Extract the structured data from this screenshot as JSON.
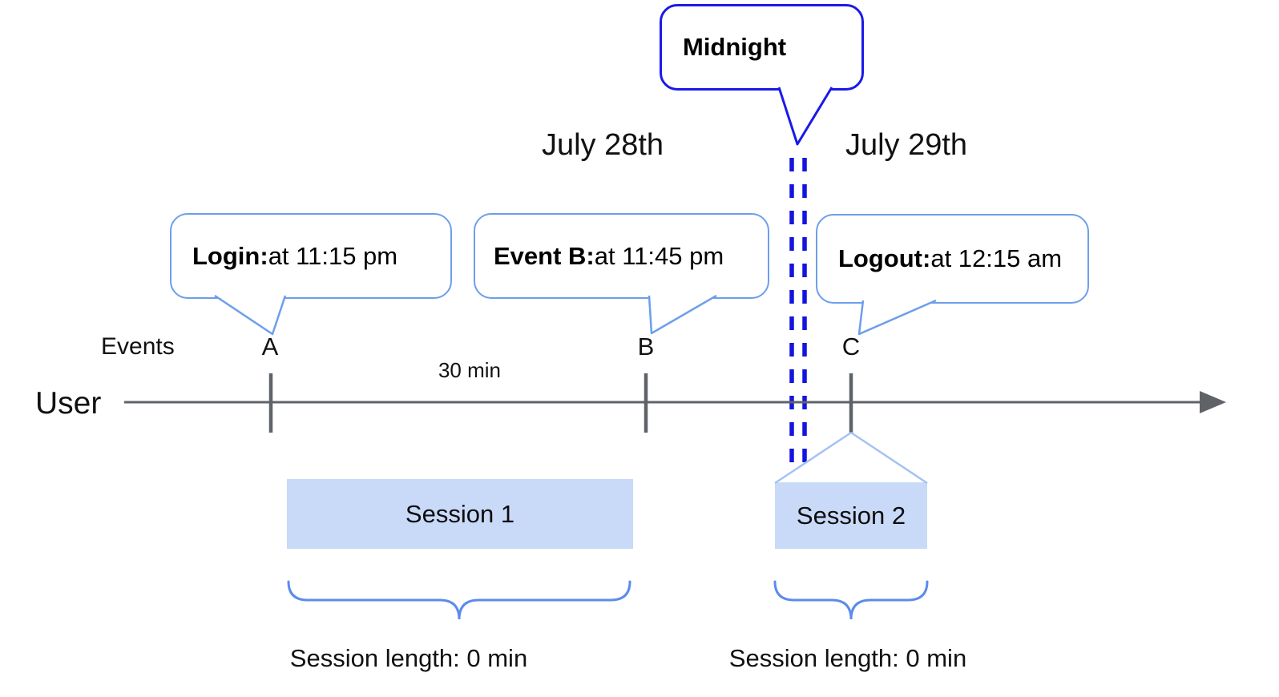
{
  "colors": {
    "midnight_border": "#1a1ae8",
    "callout_border": "#6d9eeb",
    "divider_blue": "#1414dd",
    "session_fill": "#c9daf8",
    "funnel_line": "#a4c2f4",
    "brace_blue": "#5c8bee",
    "axis_gray": "#5f6368"
  },
  "midnight": {
    "label": "Midnight"
  },
  "dates": {
    "left": "July 28th",
    "right": "July 29th"
  },
  "axis": {
    "row_label": "User",
    "events_label": "Events",
    "interval_label": "30 min"
  },
  "events": [
    {
      "letter": "A",
      "callout_title": "Login:",
      "callout_detail": " at 11:15 pm"
    },
    {
      "letter": "B",
      "callout_title": "Event B:",
      "callout_detail": " at 11:45 pm"
    },
    {
      "letter": "C",
      "callout_title": "Logout:",
      "callout_detail": " at 12:15 am"
    }
  ],
  "sessions": [
    {
      "name": "Session 1",
      "length_label": "Session length: 0 min"
    },
    {
      "name": "Session 2",
      "length_label": "Session length: 0 min"
    }
  ]
}
